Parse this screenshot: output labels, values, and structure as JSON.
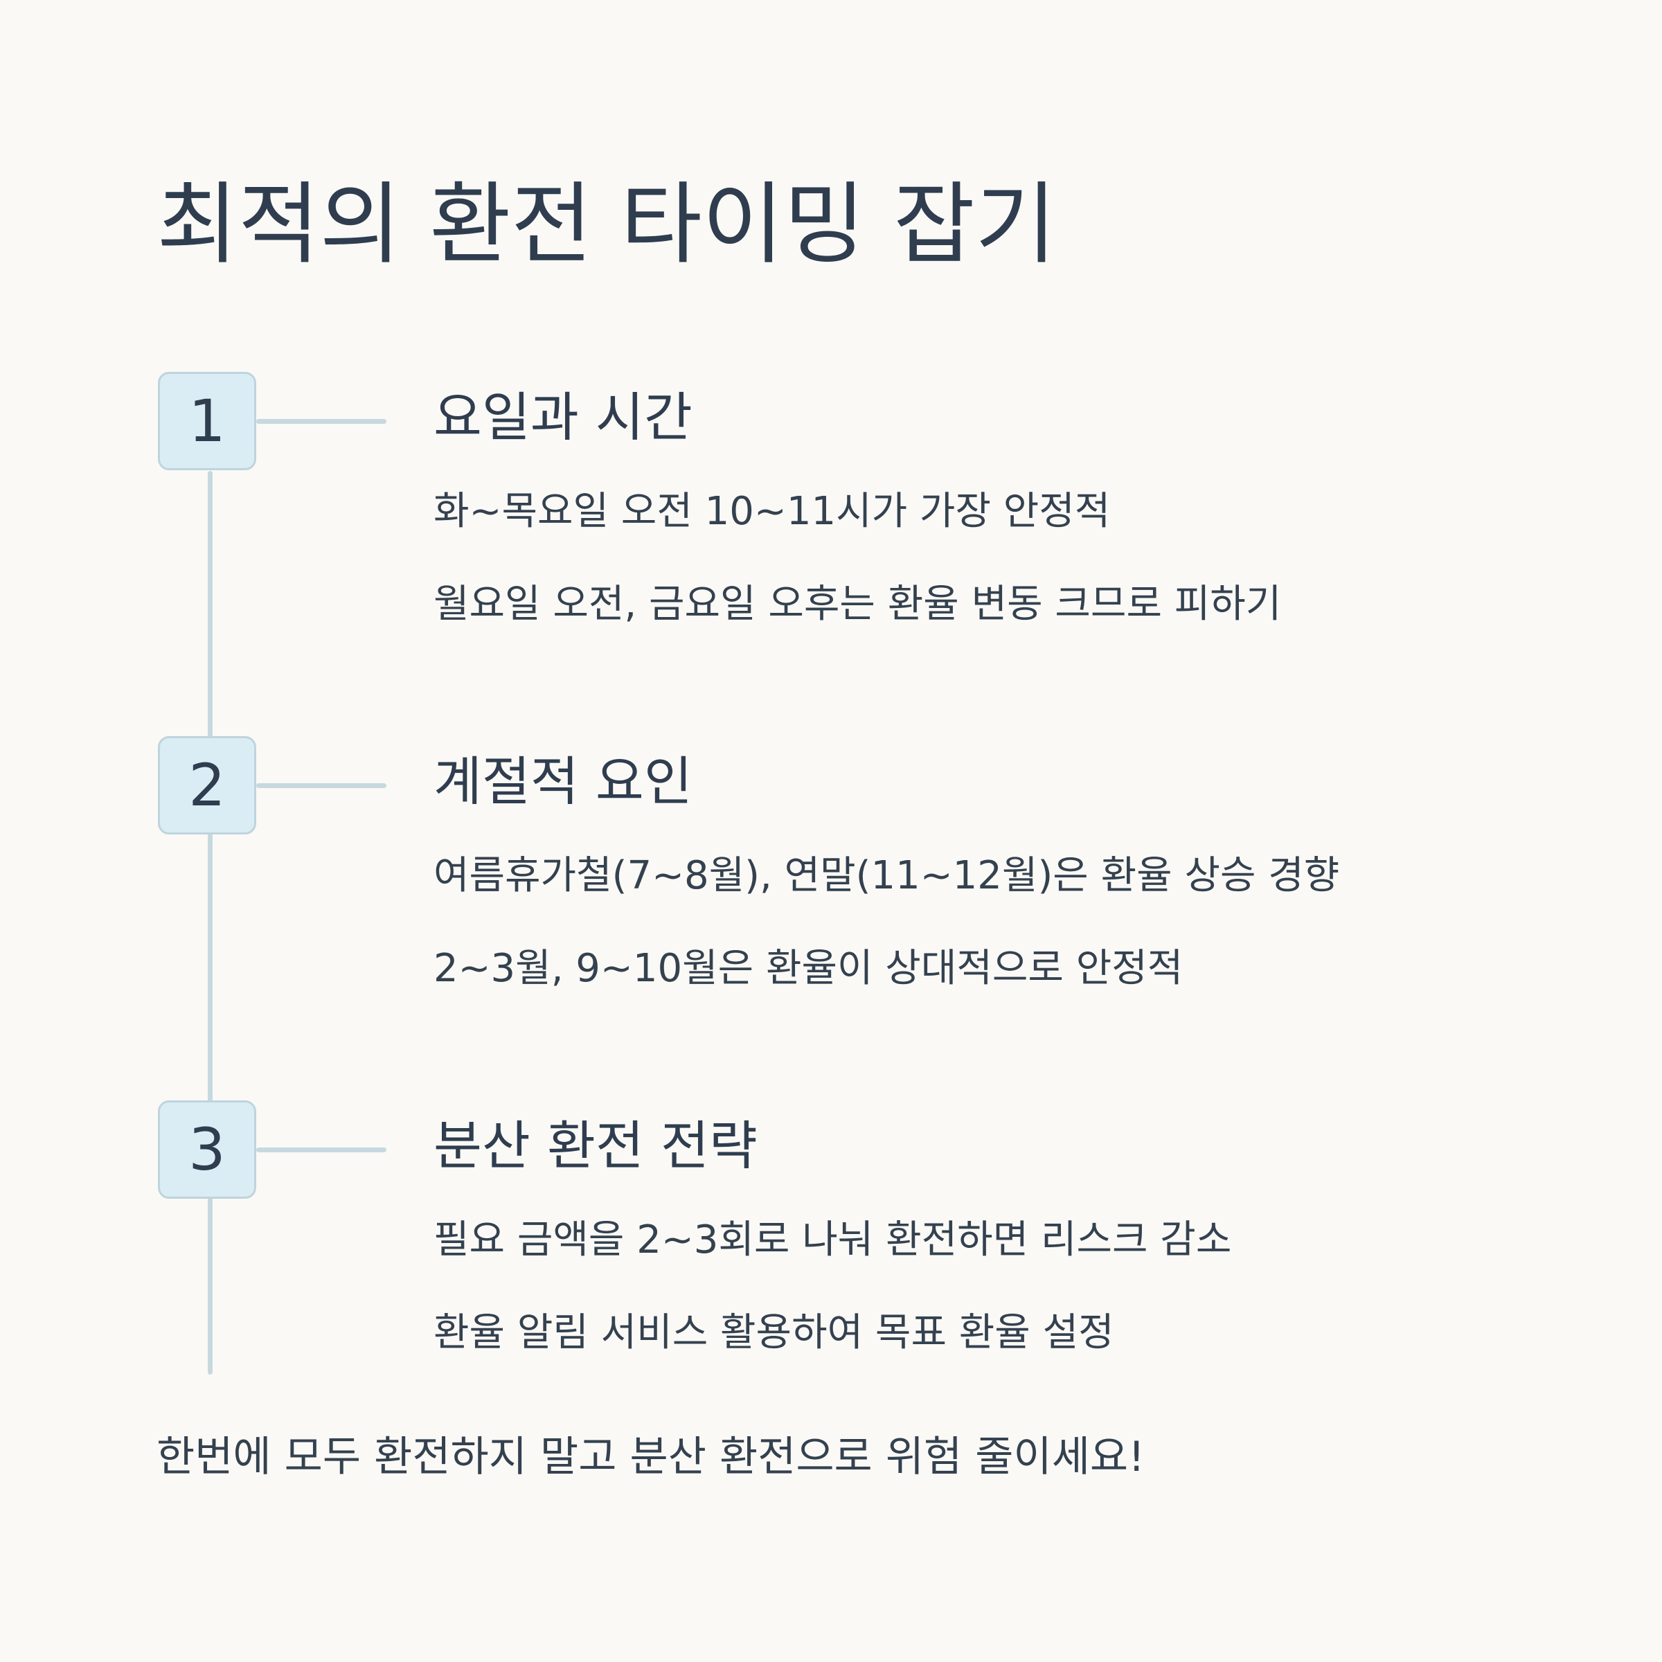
{
  "title": "최적의 환전 타이밍 잡기",
  "steps": [
    {
      "number": "1",
      "heading": "요일과 시간",
      "lines": [
        "화~목요일 오전 10~11시가 가장 안정적",
        "월요일 오전, 금요일 오후는 환율 변동 크므로 피하기"
      ]
    },
    {
      "number": "2",
      "heading": "계절적 요인",
      "lines": [
        "여름휴가철(7~8월), 연말(11~12월)은 환율 상승 경향",
        "2~3월, 9~10월은 환율이 상대적으로 안정적"
      ]
    },
    {
      "number": "3",
      "heading": "분산 환전 전략",
      "lines": [
        "필요 금액을 2~3회로 나눠 환전하면 리스크 감소",
        "환율 알림 서비스 활용하여 목표 환율 설정"
      ]
    }
  ],
  "footer": "한번에 모두 환전하지 말고 분산 환전으로 위험 줄이세요!",
  "colors": {
    "background": "#faf9f6",
    "text": "#2f3d4f",
    "badge_fill": "#dbedf4",
    "line": "#c7d9df"
  }
}
